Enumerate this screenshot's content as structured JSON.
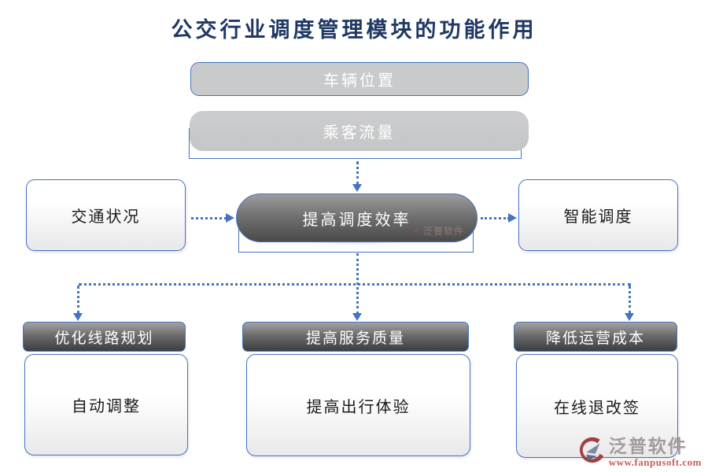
{
  "title": "公交行业调度管理模块的功能作用",
  "colors": {
    "accent_blue": "#4472c4",
    "title_navy": "#1f3864",
    "gray_fill": "#c9cacb",
    "dark_gradient_top": "#9d9d9d",
    "dark_gradient_bottom": "#4a4a4a",
    "logo_red": "#cf5b52"
  },
  "top_inputs": [
    {
      "label": "车辆位置"
    },
    {
      "label": "乘客流量"
    }
  ],
  "middle": {
    "left": "交通状况",
    "center": "提高调度效率",
    "right": "智能调度"
  },
  "bottom_groups": [
    {
      "header": "优化线路规划",
      "body": "自动调整"
    },
    {
      "header": "提高服务质量",
      "body": "提高出行体验"
    },
    {
      "header": "降低运营成本",
      "body": "在线退改签"
    }
  ],
  "watermark": {
    "brand": "泛普软件"
  },
  "logo": {
    "brand": "泛普软件",
    "url": "www.fanpusoft.com"
  }
}
